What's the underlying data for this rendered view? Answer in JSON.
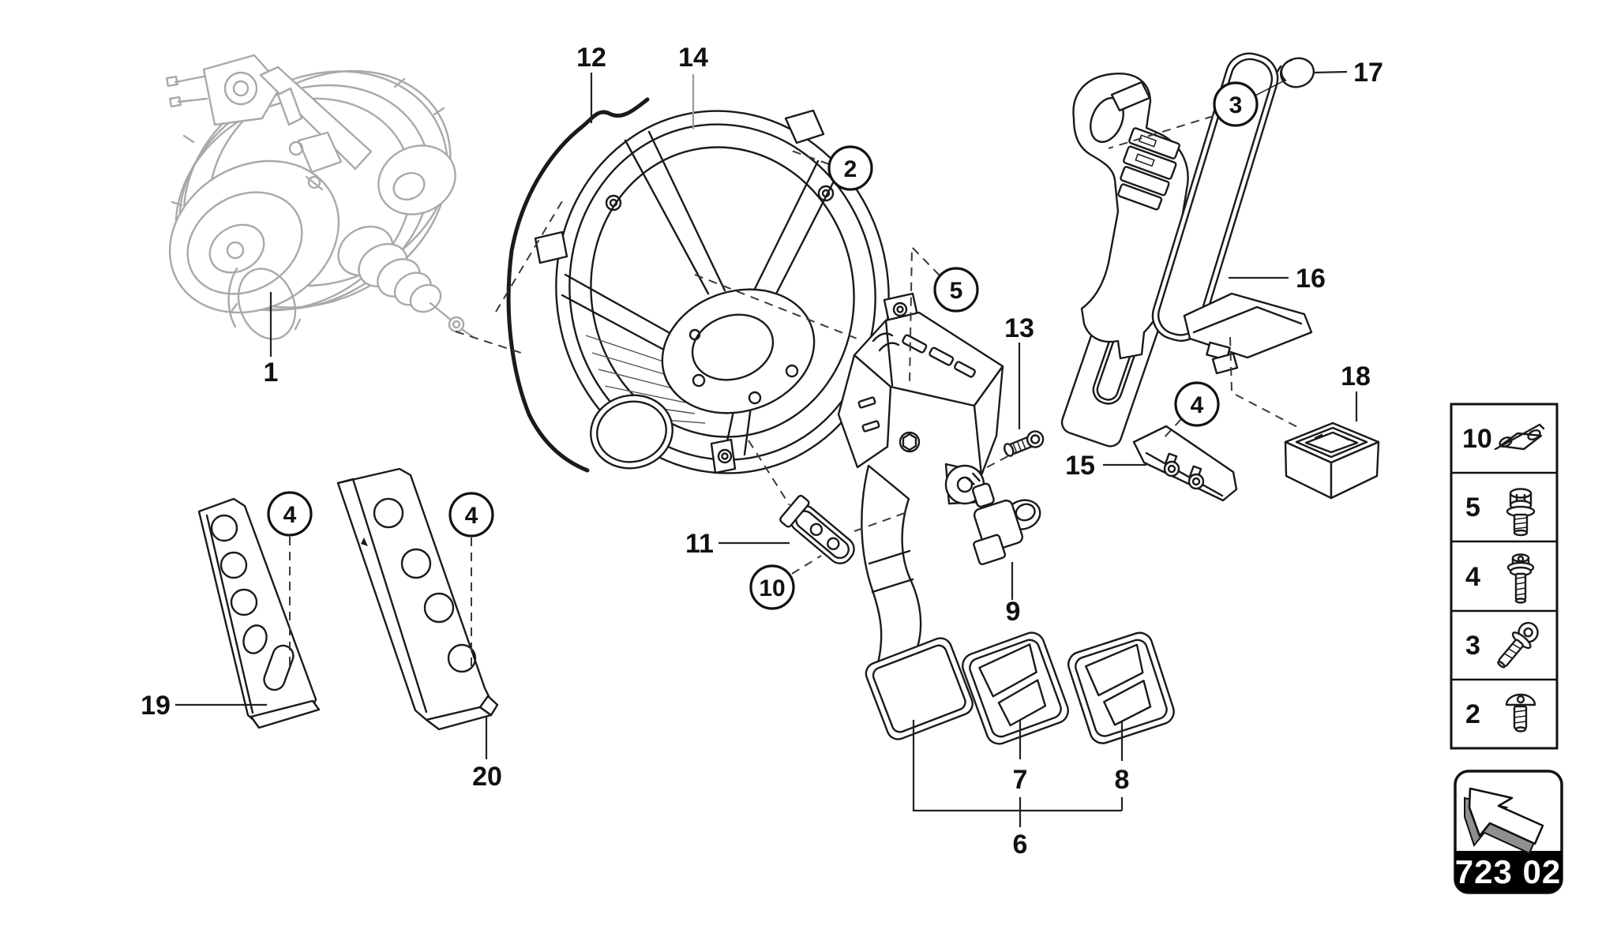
{
  "parts": {
    "p1": "1",
    "p2": "2",
    "p3": "3",
    "p4": "4",
    "p5": "5",
    "p6": "6",
    "p7": "7",
    "p8": "8",
    "p9": "9",
    "p10": "10",
    "p11": "11",
    "p12": "12",
    "p13": "13",
    "p14": "14",
    "p15": "15",
    "p16": "16",
    "p17": "17",
    "p18": "18",
    "p19": "19",
    "p20": "20"
  },
  "legend": {
    "rows": [
      {
        "num": "10",
        "icon": "spring-clip-icon"
      },
      {
        "num": "5",
        "icon": "hex-flange-bolt-icon"
      },
      {
        "num": "4",
        "icon": "hex-flange-bolt-long-icon"
      },
      {
        "num": "3",
        "icon": "torx-head-screw-icon"
      },
      {
        "num": "2",
        "icon": "pan-head-screw-icon"
      }
    ]
  },
  "badge": {
    "code": "723 02",
    "icon": "nav-arrow-icon"
  },
  "colors": {
    "line": "#1a1a1a",
    "servo_line": "#a9a9a9",
    "badge_bg": "#000000",
    "badge_text": "#ffffff",
    "background": "#ffffff"
  }
}
